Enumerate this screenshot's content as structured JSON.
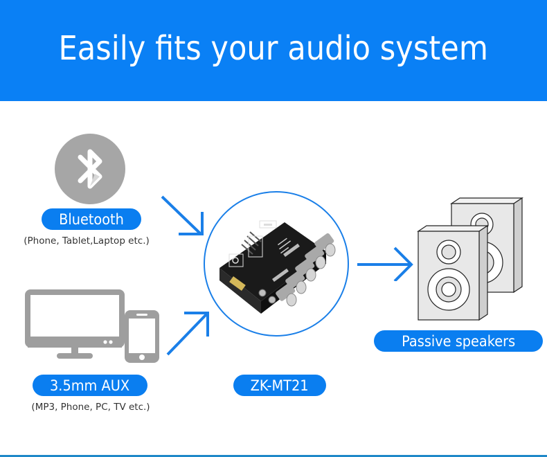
{
  "banner": {
    "title": "Easily fits your audio system",
    "background_color": "#0a80f5"
  },
  "inputs": [
    {
      "icon": "bluetooth-icon",
      "label": "Bluetooth",
      "description": "(Phone, Tablet,Laptop etc.)"
    },
    {
      "icon": "monitor-and-phone-icon",
      "label": "3.5mm AUX",
      "description": "(MP3, Phone, PC, TV etc.)"
    }
  ],
  "device": {
    "label": "ZK-MT21",
    "image": "amplifier-board-image"
  },
  "output": {
    "icon": "speakers-icon",
    "label": "Passive speakers"
  },
  "colors": {
    "accent": "#0a7ef0",
    "arrow": "#1a7fe8",
    "icon_gray": "#9e9e9e",
    "bottom_line": "#1e88c8"
  }
}
